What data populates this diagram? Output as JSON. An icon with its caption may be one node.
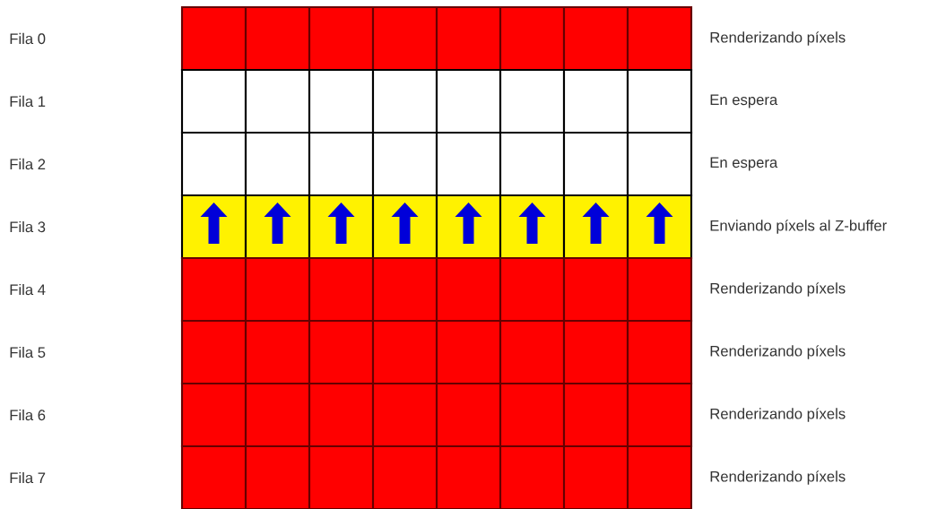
{
  "diagram": {
    "labels": [
      "Fila 0",
      "Renderizando píxels",
      "Fila 1",
      "En espera",
      "Fila 2",
      "En espera",
      "Fila 3",
      "Enviando píxels al Z-buffer",
      "Fila 4",
      "Renderizando píxels",
      "Fila 5",
      "Renderizando píxels",
      "Fila 6",
      "Renderizando píxels",
      "Fila 7",
      "Renderizando píxels"
    ]
  }
}
